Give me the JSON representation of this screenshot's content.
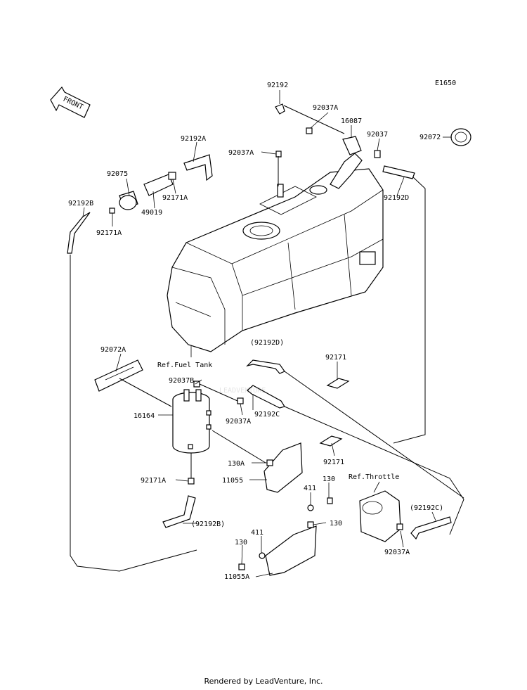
{
  "diagram_code": "E1650",
  "front_label": "FRONT",
  "footer": "Rendered by LeadVenture, Inc.",
  "watermark": "LEADVENTURE",
  "callouts": {
    "c92192": "92192",
    "c92037A_top": "92037A",
    "c16087": "16087",
    "c92037_top": "92037",
    "c92072": "92072",
    "c92192A": "92192A",
    "c92037A_left": "92037A",
    "c92075": "92075",
    "c92171A_top": "92171A",
    "c49019": "49019",
    "c92192B": "92192B",
    "c92171A_left": "92171A",
    "c92192D": "92192D",
    "ref_fuel_tank": "Ref.Fuel Tank",
    "c92192D_paren": "(92192D)",
    "c92072A": "92072A",
    "c92037B": "92037B",
    "c92171_upper": "92171",
    "c16164": "16164",
    "c92037A_mid": "92037A",
    "c92192C": "92192C",
    "c92171_lower": "92171",
    "c130A": "130A",
    "c11055": "11055",
    "c92171A_low": "92171A",
    "c411_upper": "411",
    "c130_upper": "130",
    "ref_throttle": "Ref.Throttle",
    "c92192C_paren": "(92192C)",
    "c130_mid": "130",
    "c92192B_paren": "(92192B)",
    "c411_lower": "411",
    "c130_lower": "130",
    "c92037A_low": "92037A",
    "c11055A": "11055A"
  }
}
